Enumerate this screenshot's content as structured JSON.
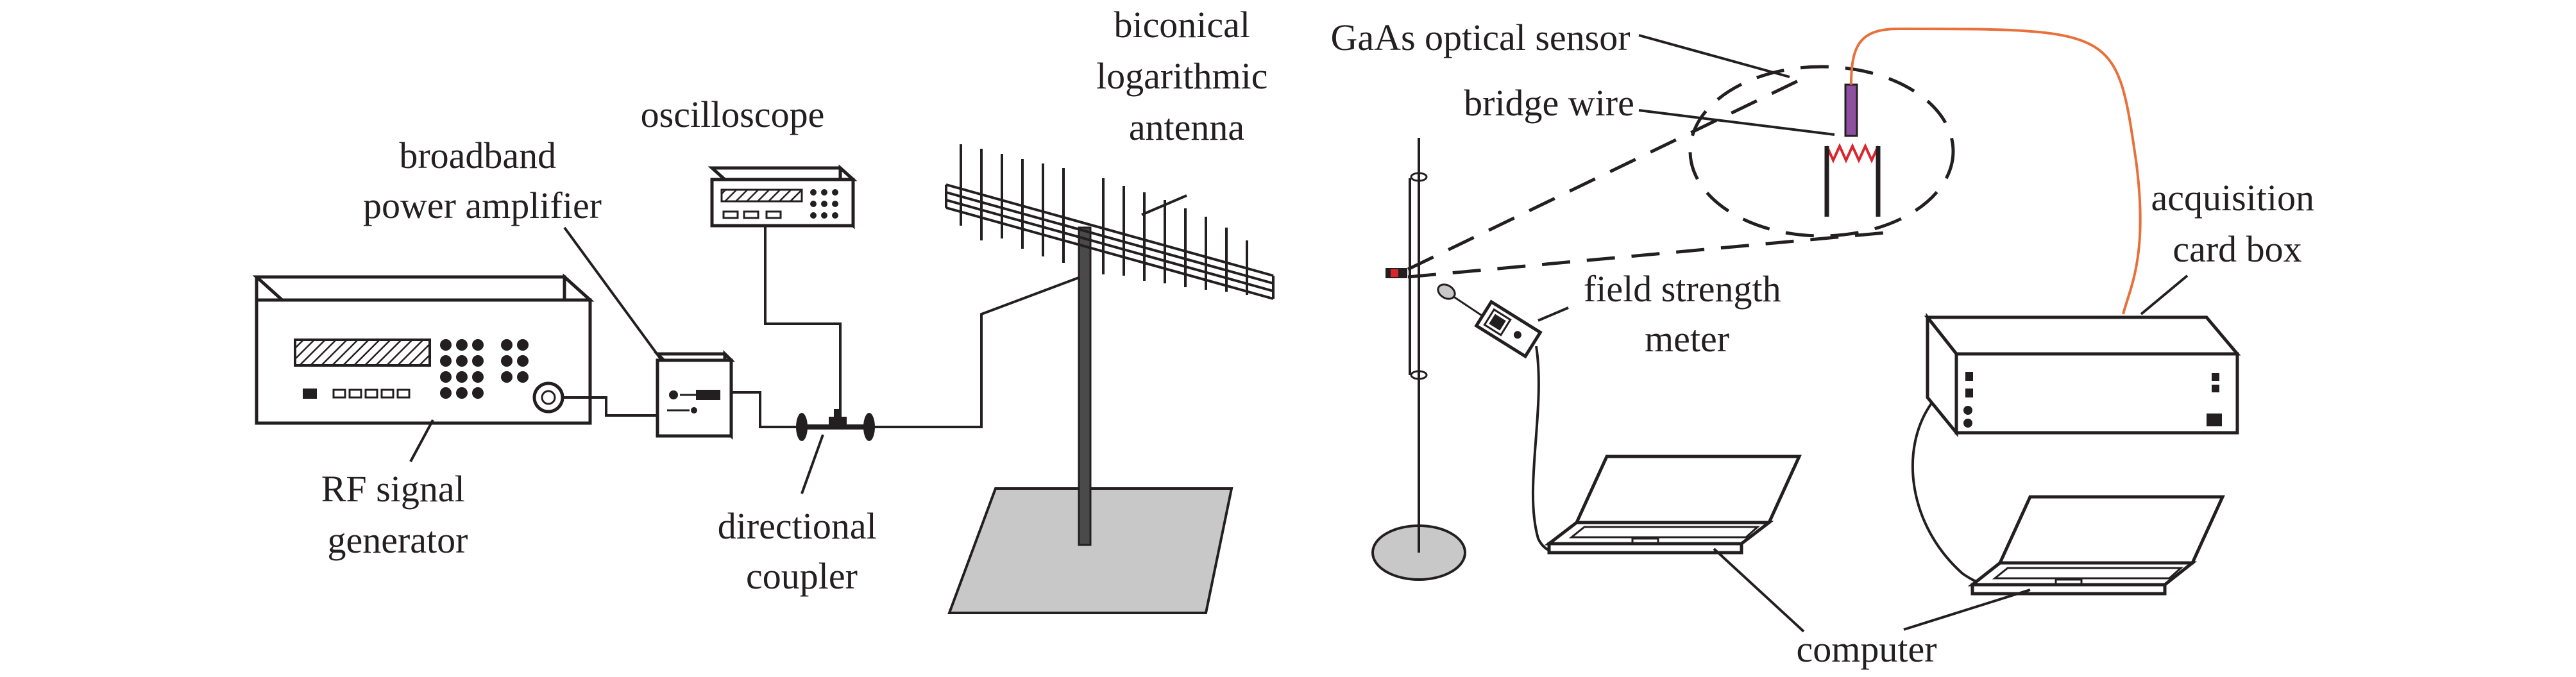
{
  "labels": {
    "rf_signal_generator": [
      "RF signal",
      "generator"
    ],
    "broadband_power_amplifier": [
      "broadband",
      "power amplifier"
    ],
    "oscilloscope": "oscilloscope",
    "directional_coupler": [
      "directional",
      "coupler"
    ],
    "biconical_logarithmic_antenna": [
      "biconical",
      "logarithmic",
      "antenna"
    ],
    "gaas_optical_sensor": "GaAs optical sensor",
    "bridge_wire": "bridge wire",
    "field_strength_meter": [
      "field strength",
      "meter"
    ],
    "acquisition_card_box": [
      "acquisition",
      "card box"
    ],
    "computer": "computer"
  },
  "colors": {
    "line": "#231f20",
    "fiber": "#e8703a",
    "sensor": "#8e4fa0",
    "bridge_wire": "#d9262b",
    "ground_plane": "#c8c8c8",
    "probe_marker": "#d9262b"
  }
}
